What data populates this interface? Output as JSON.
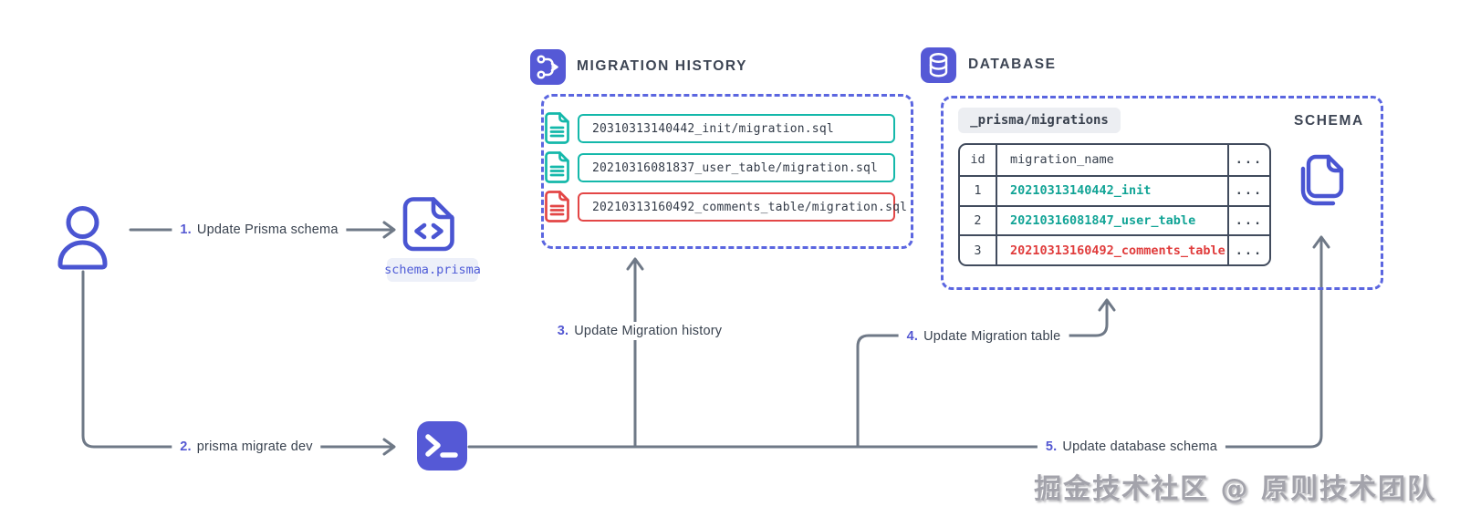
{
  "steps": [
    {
      "num": "1.",
      "label": "Update Prisma schema"
    },
    {
      "num": "2.",
      "label": "prisma migrate dev"
    },
    {
      "num": "3.",
      "label": "Update Migration history"
    },
    {
      "num": "4.",
      "label": "Update Migration table"
    },
    {
      "num": "5.",
      "label": "Update database schema"
    }
  ],
  "schema_file": {
    "filename": "schema.prisma"
  },
  "migration_history": {
    "title": "MIGRATION HISTORY",
    "files": [
      {
        "name": "20310313140442_init/migration.sql",
        "status": "applied"
      },
      {
        "name": "20210316081837_user_table/migration.sql",
        "status": "applied"
      },
      {
        "name": "20210313160492_comments_table/migration.sql",
        "status": "failed"
      }
    ]
  },
  "database": {
    "title": "DATABASE",
    "folder_badge": "_prisma/migrations",
    "schema_label": "SCHEMA",
    "table": {
      "headers": [
        "id",
        "migration_name",
        "..."
      ],
      "rows": [
        {
          "id": "1",
          "migration_name": "20210313140442_init",
          "more": "...",
          "status": "applied"
        },
        {
          "id": "2",
          "migration_name": "20210316081847_user_table",
          "more": "...",
          "status": "applied"
        },
        {
          "id": "3",
          "migration_name": "20210313160492_comments_table",
          "more": "...",
          "status": "failed"
        }
      ]
    }
  },
  "watermark": "掘金技术社区 @ 原则技术团队",
  "icons": {
    "user-icon": "person outline",
    "code-file-icon": "document with <> code brackets",
    "terminal-icon": "powershell prompt >_",
    "git-branch-icon": "migration history branch arrow",
    "database-icon": "database cylinder",
    "file-ok-icon": "sql file (teal)",
    "file-error-icon": "sql file (red)",
    "copy-files-icon": "stacked documents (schema)"
  },
  "colors": {
    "indigo_tile": "#5559d6",
    "indigo_outline": "#4a55d2",
    "dashed_border": "#5b66e0",
    "teal": "#14b8aa",
    "teal_text": "#12a496",
    "red": "#e34646",
    "red_text": "#e03c3c",
    "line_gray": "#6f7987",
    "dark_text": "#39424f",
    "table_border": "#414b5d",
    "folder_badge_bg": "#eceef2",
    "schema_badge_bg": "#edf0f9",
    "watermark_gray": "#a3a3ab"
  }
}
